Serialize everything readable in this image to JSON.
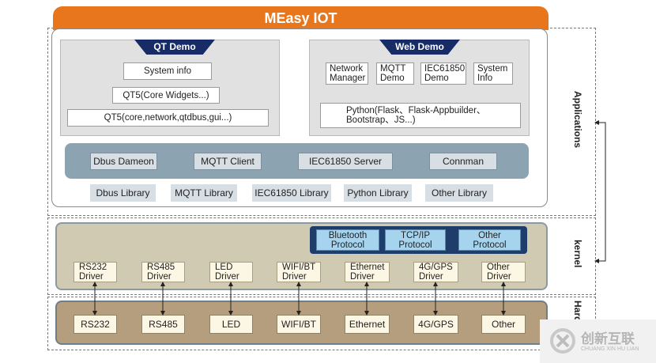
{
  "title": "MEasy IOT",
  "qt_demo": {
    "tab": "QT Demo",
    "system_info": "System info",
    "qt5_core_widgets": "QT5(Core Widgets...)",
    "qt5_modules": "QT5(core,network,qtdbus,gui...)"
  },
  "web_demo": {
    "tab": "Web Demo",
    "network_manager": [
      "Network",
      "Manager"
    ],
    "mqtt_demo": [
      "MQTT",
      "Demo"
    ],
    "iec_demo": [
      "IEC61850",
      "Demo"
    ],
    "system_info": [
      "System",
      "Info"
    ],
    "python": [
      "Python(Flask、Flask-Appbuilder、",
      "Bootstrap、JS...)"
    ]
  },
  "services": [
    "Dbus Dameon",
    "MQTT Client",
    "IEC61850 Server",
    "Connman"
  ],
  "libraries": [
    "Dbus Library",
    "MQTT Library",
    "IEC61850 Library",
    "Python Library",
    "Other Library"
  ],
  "protocols": [
    [
      "Bluetooth",
      "Protocol"
    ],
    [
      "TCP/IP",
      "Protocol"
    ],
    [
      "Other",
      "Protocol"
    ]
  ],
  "drivers": [
    [
      "RS232",
      "Driver"
    ],
    [
      "RS485",
      "Driver"
    ],
    [
      "LED",
      "Driver"
    ],
    [
      "WIFI/BT",
      "Driver"
    ],
    [
      "Ethernet",
      "Driver"
    ],
    [
      "4G/GPS",
      "Driver"
    ],
    [
      "Other",
      "Driver"
    ]
  ],
  "hardware": [
    "RS232",
    "RS485",
    "LED",
    "WIFI/BT",
    "Ethernet",
    "4G/GPS",
    "Other"
  ],
  "side_labels": {
    "applications": "Applications",
    "kernel": "kernel",
    "hardware": "Hard"
  },
  "watermark": {
    "brand": "创新互联",
    "sub": "CHUANG XIN HU LIAN"
  },
  "colors": {
    "title_orange": "#e8761d",
    "tab_navy": "#172c67",
    "kernel_bg": "#cfcab1",
    "hardware_bg": "#b59e7e",
    "protocol_blue": "#a6d4ee"
  }
}
